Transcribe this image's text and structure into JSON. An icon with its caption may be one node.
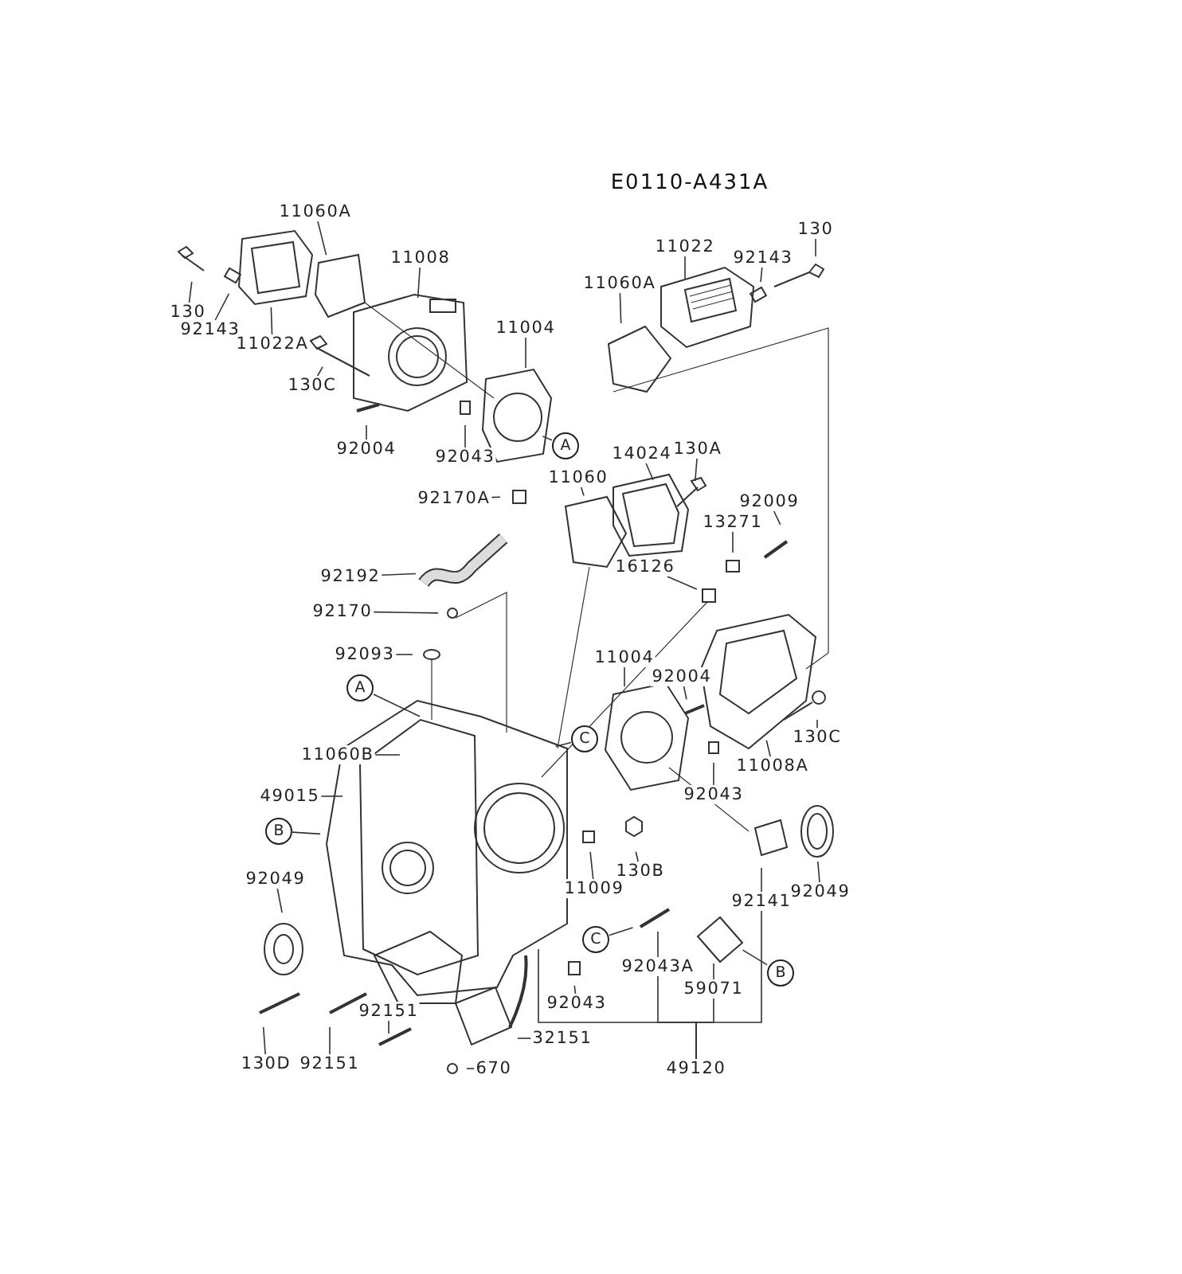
{
  "diagram": {
    "nodes": [
      {
        "text": [
          "11060A"
        ]
      },
      {
        "text": [
          "11008"
        ]
      },
      {
        "text": [
          "130"
        ]
      },
      {
        "text": [
          "92143"
        ]
      },
      {
        "text": [
          "11022A"
        ]
      },
      {
        "text": [
          "11004"
        ]
      },
      {
        "text": [
          "130C"
        ]
      },
      {
        "text": [
          "92004"
        ]
      },
      {
        "text": [
          "92043"
        ]
      },
      {
        "text": [
          "A"
        ]
      },
      {
        "text": [
          "11022"
        ]
      },
      {
        "text": [
          "92143"
        ]
      },
      {
        "text": [
          "130"
        ]
      },
      {
        "text": [
          "11060A"
        ]
      },
      {
        "text": [
          "130A"
        ]
      },
      {
        "text": [
          "14024"
        ]
      },
      {
        "text": [
          "11060"
        ]
      },
      {
        "text": [
          "92170A"
        ]
      },
      {
        "text": [
          "92009"
        ]
      },
      {
        "text": [
          "13271"
        ]
      },
      {
        "text": [
          "16126"
        ]
      },
      {
        "text": [
          "92192"
        ]
      },
      {
        "text": [
          "92170"
        ]
      },
      {
        "text": [
          "92093"
        ]
      },
      {
        "text": [
          "A"
        ]
      },
      {
        "text": [
          "11004"
        ]
      },
      {
        "text": [
          "92004"
        ]
      },
      {
        "text": [
          "130C"
        ]
      },
      {
        "text": [
          "11008A"
        ]
      },
      {
        "text": [
          "92043"
        ]
      },
      {
        "text": [
          "C"
        ]
      },
      {
        "text": [
          "11060B"
        ]
      },
      {
        "text": [
          "49015"
        ]
      },
      {
        "text": [
          "B"
        ]
      },
      {
        "text": [
          "130B"
        ]
      },
      {
        "text": [
          "11009"
        ]
      },
      {
        "text": [
          "92049"
        ]
      },
      {
        "text": [
          "92141"
        ]
      },
      {
        "text": [
          "92049"
        ]
      },
      {
        "text": [
          "C"
        ]
      },
      {
        "text": [
          "B"
        ]
      },
      {
        "text": [
          "92043A"
        ]
      },
      {
        "text": [
          "59071"
        ]
      },
      {
        "text": [
          "92043"
        ]
      },
      {
        "text": [
          "92151"
        ]
      },
      {
        "text": [
          "32151"
        ]
      },
      {
        "text": [
          "130D"
        ]
      },
      {
        "text": [
          "92151"
        ]
      },
      {
        "text": [
          "670"
        ]
      },
      {
        "text": [
          "49120"
        ]
      }
    ],
    "edges": [
      {
        "from": 0,
        "to": null,
        "arrow": "none"
      },
      {
        "from": 1,
        "to": null,
        "arrow": "none"
      },
      {
        "from": 2,
        "to": null,
        "arrow": "none"
      },
      {
        "from": 3,
        "to": null,
        "arrow": "none"
      },
      {
        "from": 4,
        "to": null,
        "arrow": "none"
      },
      {
        "from": 5,
        "to": null,
        "arrow": "none"
      },
      {
        "from": 6,
        "to": null,
        "arrow": "none"
      },
      {
        "from": 7,
        "to": null,
        "arrow": "none"
      },
      {
        "from": 8,
        "to": null,
        "arrow": "none"
      },
      {
        "from": 9,
        "to": null,
        "arrow": "none"
      },
      {
        "from": 10,
        "to": null,
        "arrow": "none"
      },
      {
        "from": 11,
        "to": null,
        "arrow": "none"
      },
      {
        "from": 12,
        "to": null,
        "arrow": "none"
      },
      {
        "from": 13,
        "to": null,
        "arrow": "none"
      },
      {
        "from": 14,
        "to": null,
        "arrow": "none"
      },
      {
        "from": 15,
        "to": null,
        "arrow": "none"
      },
      {
        "from": 16,
        "to": null,
        "arrow": "none"
      },
      {
        "from": 17,
        "to": null,
        "arrow": "none"
      },
      {
        "from": 18,
        "to": null,
        "arrow": "none"
      },
      {
        "from": 19,
        "to": null,
        "arrow": "none"
      },
      {
        "from": 20,
        "to": null,
        "arrow": "none"
      },
      {
        "from": 21,
        "to": null,
        "arrow": "none"
      },
      {
        "from": 22,
        "to": null,
        "arrow": "none"
      },
      {
        "from": 23,
        "to": null,
        "arrow": "none"
      },
      {
        "from": 24,
        "to": null,
        "arrow": "none"
      },
      {
        "from": 25,
        "to": null,
        "arrow": "none"
      },
      {
        "from": 26,
        "to": null,
        "arrow": "none"
      },
      {
        "from": 27,
        "to": null,
        "arrow": "none"
      },
      {
        "from": 28,
        "to": null,
        "arrow": "none"
      },
      {
        "from": 29,
        "to": null,
        "arrow": "none"
      },
      {
        "from": 30,
        "to": null,
        "arrow": "none"
      },
      {
        "from": 31,
        "to": null,
        "arrow": "none"
      },
      {
        "from": 32,
        "to": null,
        "arrow": "none"
      },
      {
        "from": 33,
        "to": null,
        "arrow": "none"
      },
      {
        "from": 34,
        "to": null,
        "arrow": "none"
      },
      {
        "from": 35,
        "to": null,
        "arrow": "none"
      },
      {
        "from": 36,
        "to": null,
        "arrow": "none"
      },
      {
        "from": 37,
        "to": null,
        "arrow": "none"
      },
      {
        "from": 38,
        "to": null,
        "arrow": "none"
      },
      {
        "from": 39,
        "to": null,
        "arrow": "none"
      },
      {
        "from": 40,
        "to": null,
        "arrow": "none"
      },
      {
        "from": 41,
        "to": null,
        "arrow": "none"
      },
      {
        "from": 42,
        "to": null,
        "arrow": "none"
      },
      {
        "from": 43,
        "to": null,
        "arrow": "none"
      },
      {
        "from": 44,
        "to": null,
        "arrow": "none"
      },
      {
        "from": 45,
        "to": null,
        "arrow": "none"
      },
      {
        "from": 46,
        "to": null,
        "arrow": "none"
      },
      {
        "from": 47,
        "to": null,
        "arrow": "none"
      },
      {
        "from": 48,
        "to": null,
        "arrow": "none"
      },
      {
        "from": 49,
        "to": null,
        "arrow": "none"
      },
      {
        "from": 49,
        "to": 41,
        "arrow": "none"
      },
      {
        "from": 49,
        "to": 42,
        "arrow": "none"
      },
      {
        "from": 49,
        "to": 37,
        "arrow": "none"
      }
    ],
    "labels": [
      "E0110-A431A"
    ]
  }
}
